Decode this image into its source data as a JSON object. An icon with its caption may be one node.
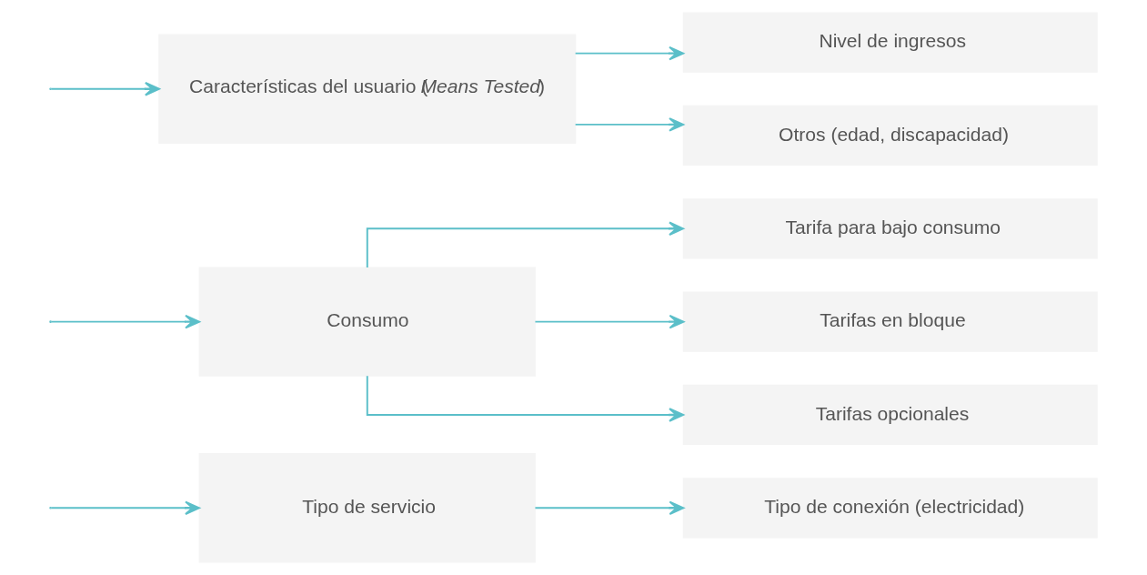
{
  "diagram": {
    "nodes": [
      {
        "text": [
          "Tipo de servicio"
        ]
      },
      {
        "text": [
          "Consumo"
        ]
      },
      {
        "text": [
          "Características del usuario (*Means Tested*)"
        ]
      },
      {
        "text": [
          "Tipo de conexión (electricidad)"
        ]
      },
      {
        "text": [
          "Tarifa para bajo consumo"
        ]
      },
      {
        "text": [
          "Tarifas en bloque"
        ]
      },
      {
        "text": [
          "Tarifas opcionales"
        ]
      },
      {
        "text": [
          "Nivel de ingresos"
        ]
      },
      {
        "text": [
          "Otros (edad, discapacidad)"
        ]
      }
    ],
    "edges": [
      {
        "from": null,
        "to": 0,
        "arrow": "to"
      },
      {
        "from": null,
        "to": 1,
        "arrow": "to"
      },
      {
        "from": null,
        "to": 2,
        "arrow": "to"
      },
      {
        "from": 0,
        "to": 3,
        "arrow": "to"
      },
      {
        "from": 1,
        "to": 4,
        "arrow": "to"
      },
      {
        "from": 1,
        "to": 5,
        "arrow": "to"
      },
      {
        "from": 1,
        "to": 6,
        "arrow": "to"
      },
      {
        "from": 2,
        "to": 7,
        "arrow": "to"
      },
      {
        "from": 2,
        "to": 8,
        "arrow": "to"
      }
    ]
  }
}
